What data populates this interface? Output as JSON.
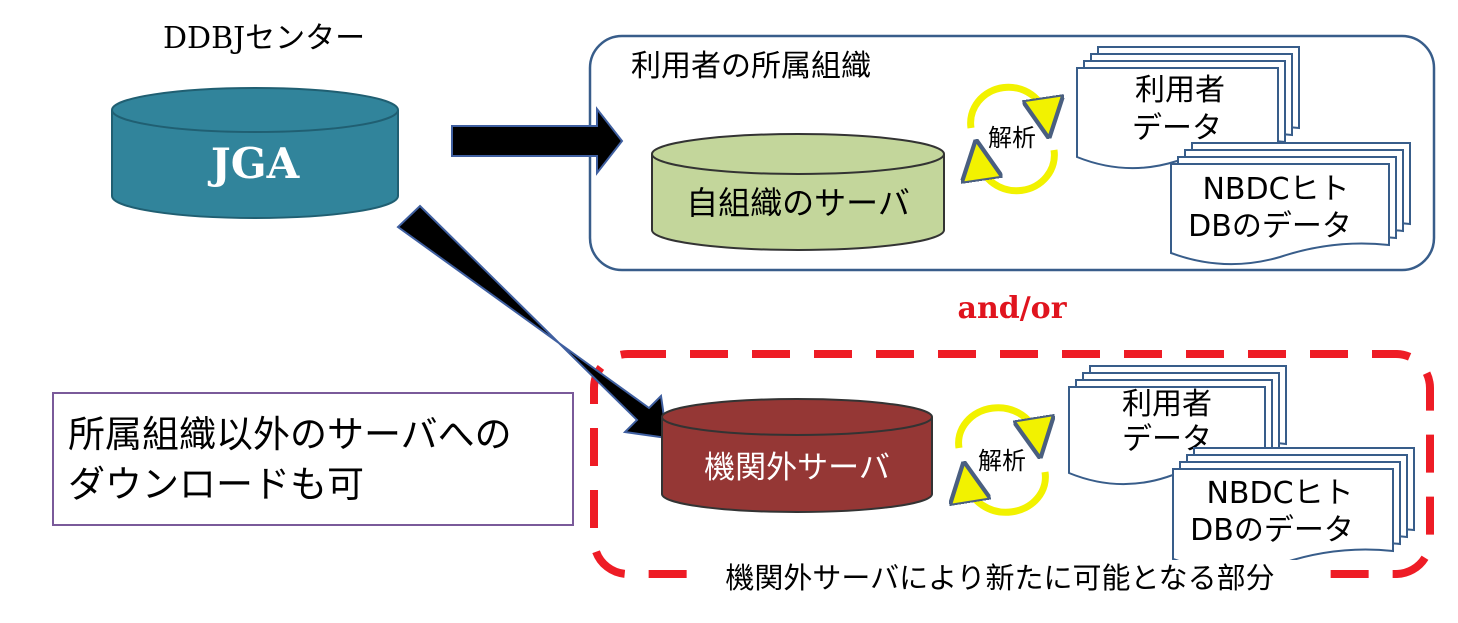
{
  "center_label": "DDBJセンター",
  "jga_label": "JGA",
  "org_box": {
    "title": "利用者の所属組織",
    "server_label": "自組織のサーバ",
    "analysis_label": "解析",
    "user_data_lines": [
      "利用者",
      "データ"
    ],
    "nbdc_data_lines": [
      "NBDCヒト",
      "DBのデータ"
    ]
  },
  "and_or_label": "and/or",
  "external_box": {
    "server_label": "機関外サーバ",
    "analysis_label": "解析",
    "user_data_lines": [
      "利用者",
      "データ"
    ],
    "nbdc_data_lines": [
      "NBDCヒト",
      "DBのデータ"
    ],
    "caption": "機関外サーバにより新たに可能となる部分"
  },
  "note_lines": [
    "所属組織以外のサーバへの",
    "ダウンロードも可"
  ],
  "colors": {
    "jga_fill": "#31849b",
    "org_server_fill": "#c3d69b",
    "external_server_fill": "#953735",
    "org_box_border": "#385d8a",
    "dashed_border": "#ee1c25",
    "and_or_text": "#e0141e",
    "note_border": "#7a5a9a",
    "cycle_arrows": "#f2f200"
  }
}
